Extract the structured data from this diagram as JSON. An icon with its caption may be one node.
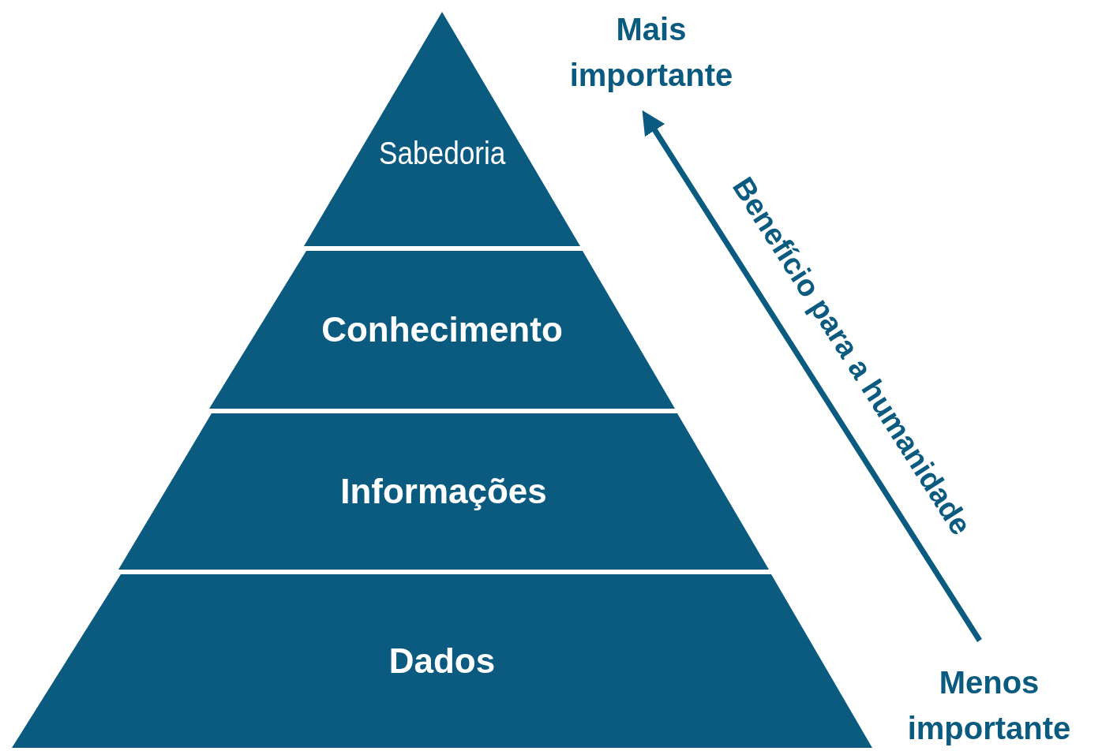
{
  "diagram": {
    "nodes": [
      {
        "text": [
          "Sabedoria"
        ]
      },
      {
        "text": [
          "Conhecimento"
        ]
      },
      {
        "text": [
          "Informações"
        ]
      },
      {
        "text": [
          "Dados"
        ]
      },
      {
        "text": [
          "Mais importante"
        ]
      },
      {
        "text": [
          "Menos importante"
        ]
      }
    ],
    "edges": [
      {
        "from": 5,
        "to": 4,
        "arrow": "to",
        "label": "Benefício para a humanidade"
      }
    ]
  }
}
